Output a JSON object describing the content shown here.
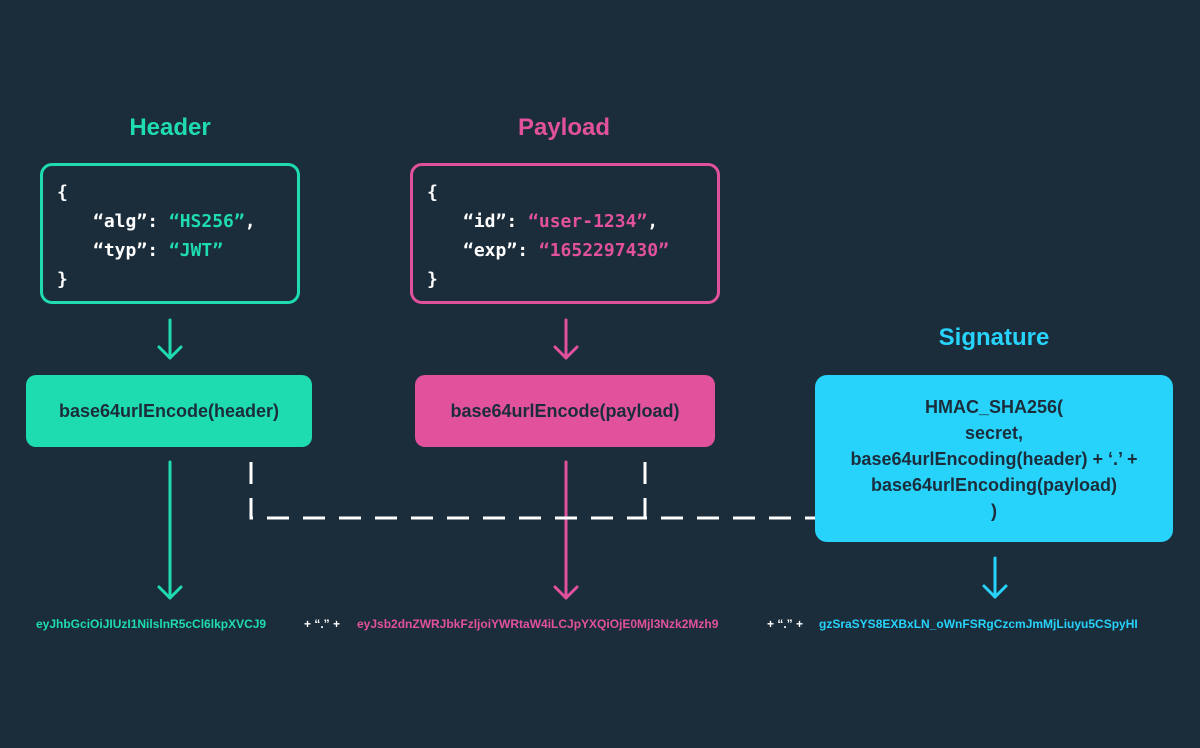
{
  "colors": {
    "background": "#1b2d3b",
    "header": "#1fdcb0",
    "payload": "#e2519c",
    "signature": "#27d3fb",
    "text_dark": "#1b2d3b",
    "text_light": "#ffffff"
  },
  "header": {
    "title": "Header",
    "json": {
      "open": "{",
      "close": "}",
      "alg_key": "“alg”",
      "alg_value": "“HS256”",
      "typ_key": "“typ”",
      "typ_value": "“JWT”"
    },
    "encode_label": "base64urlEncode(header)",
    "token": "eyJhbGciOiJIUzI1NilslnR5cCl6lkpXVCJ9"
  },
  "payload": {
    "title": "Payload",
    "json": {
      "open": "{",
      "close": "}",
      "id_key": "“id”",
      "id_value": "“user-1234”",
      "exp_key": "“exp”",
      "exp_value": "“1652297430”"
    },
    "encode_label": "base64urlEncode(payload)",
    "token": "eyJsb2dnZWRJbkFzljoiYWRtaW4iLCJpYXQiOjE0Mjl3Nzk2Mzh9"
  },
  "signature": {
    "title": "Signature",
    "lines": [
      "HMAC_SHA256(",
      "secret,",
      "base64urlEncoding(header) + ‘.’ +",
      "base64urlEncoding(payload)",
      ")"
    ],
    "token": "gzSraSYS8EXBxLN_oWnFSRgCzcmJmMjLiuyu5CSpyHI"
  },
  "separator": "+ “.” +"
}
